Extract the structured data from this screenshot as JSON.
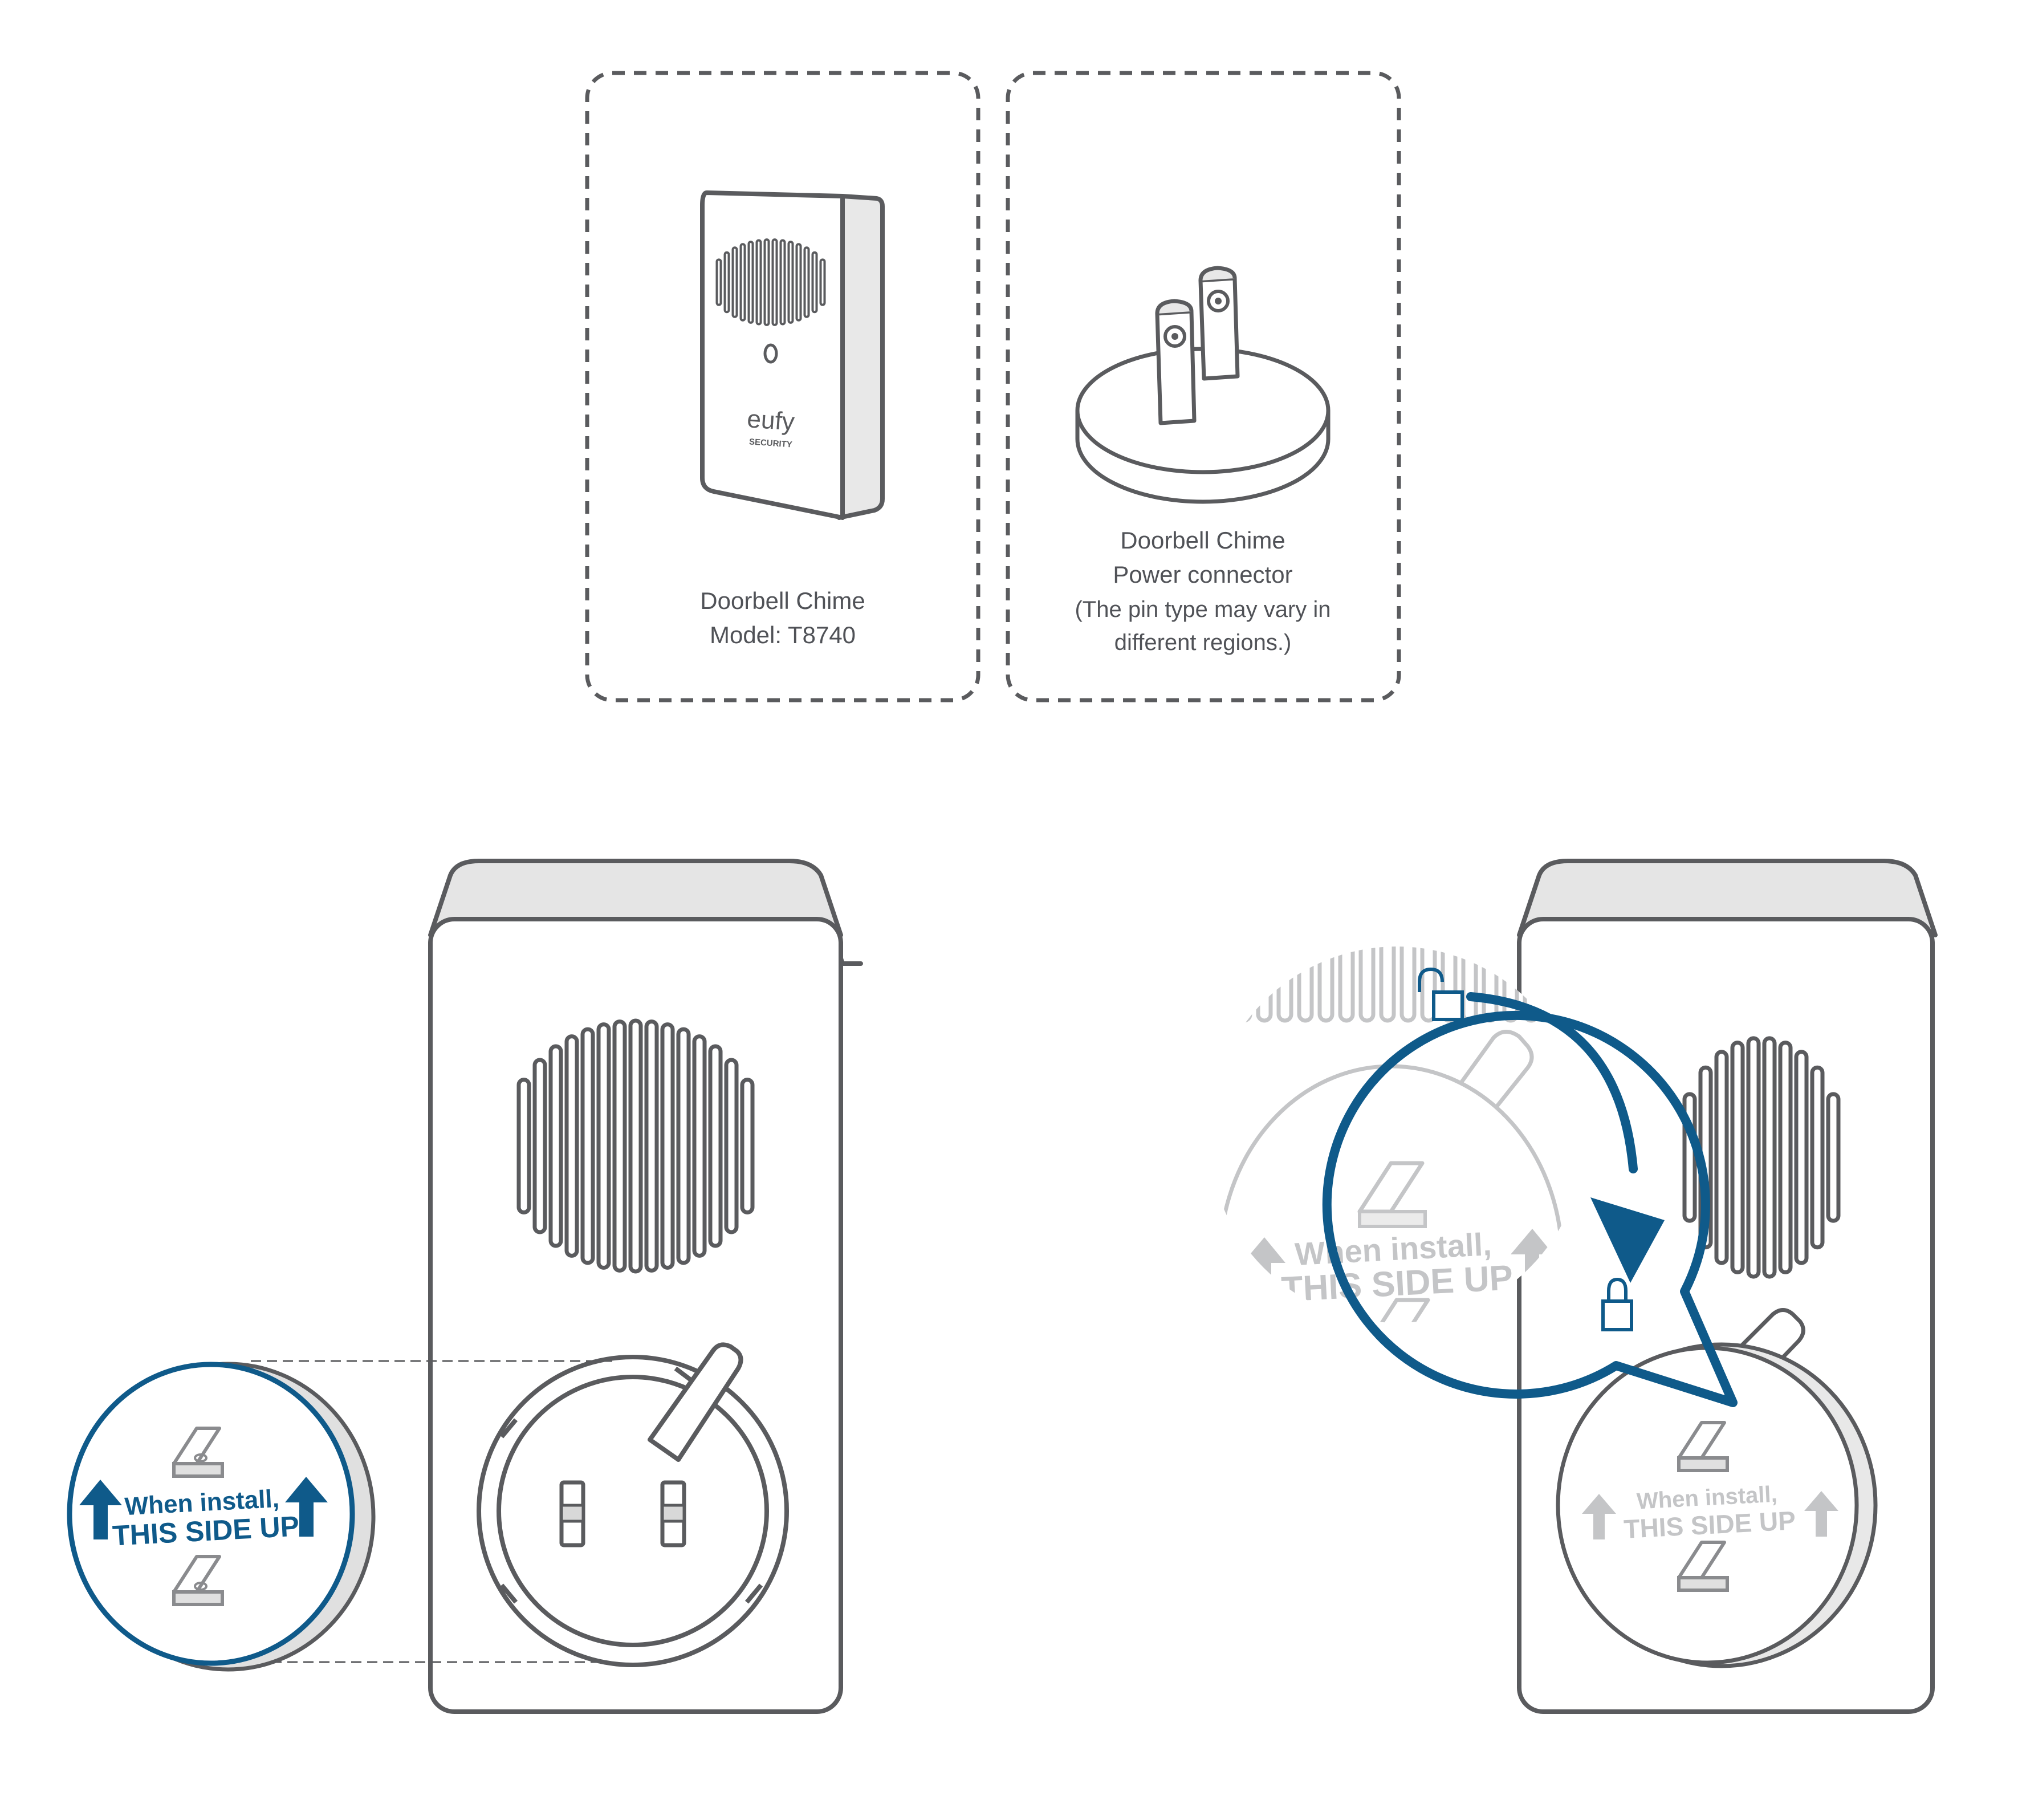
{
  "panels": {
    "chime": {
      "line1": "Doorbell Chime",
      "line2": "Model: T8740"
    },
    "connector": {
      "line1": "Doorbell Chime",
      "line2": "Power connector",
      "line3": "(The pin type may vary in",
      "line4": "different regions.)"
    }
  },
  "brand": {
    "logo": "eufy",
    "sublogo": "SECURITY"
  },
  "sticker": {
    "line1": "When install,",
    "line2": "THIS SIDE UP"
  },
  "icons": {
    "unlock": "unlocked-padlock-icon",
    "lock": "locked-padlock-icon",
    "arrow": "up-arrow-icon"
  },
  "colors": {
    "accent": "#0f5a8a",
    "line": "#5a5b5e",
    "light_line": "#b9babc",
    "fill_side": "#e5e5e5"
  }
}
